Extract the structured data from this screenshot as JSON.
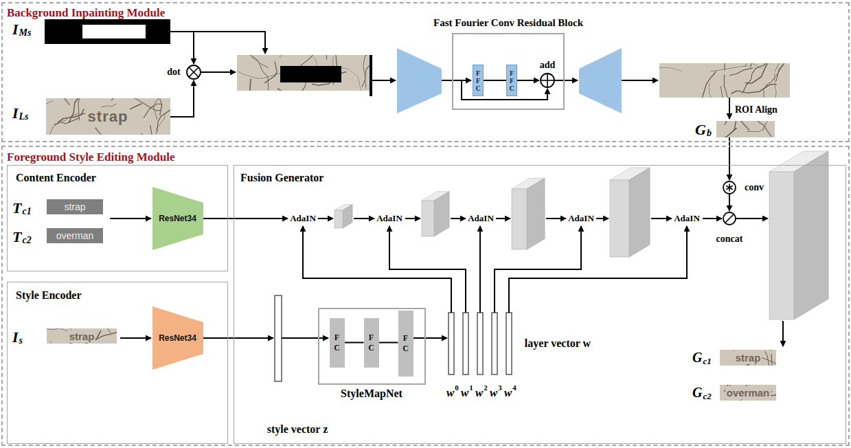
{
  "diagram": {
    "nodes": [
      {
        "text": [
          "Background Inpainting Module"
        ]
      },
      {
        "text": [
          "Fast Fourier Conv Residual Block"
        ],
        "in": 0
      },
      {
        "text": [
          "FFC"
        ],
        "in": 1
      },
      {
        "text": [
          "FFC"
        ],
        "in": 1
      },
      {
        "text": [
          "Foreground Style Editing Module"
        ]
      },
      {
        "text": [
          "Content Encoder"
        ],
        "in": 4
      },
      {
        "text": [
          "ResNet34"
        ],
        "in": 5
      },
      {
        "text": [
          "Style Encoder"
        ],
        "in": 4
      },
      {
        "text": [
          "ResNet34"
        ],
        "in": 7
      },
      {
        "text": [
          "Fusion Generator"
        ],
        "in": 4
      },
      {
        "text": [
          "StyleMapNet"
        ],
        "in": 9
      },
      {
        "text": [
          "FC"
        ],
        "in": 10
      },
      {
        "text": [
          "FC"
        ],
        "in": 10
      },
      {
        "text": [
          "FC"
        ],
        "in": 10
      }
    ],
    "edges": [
      {
        "from": 2,
        "to": 3,
        "arrow": "none"
      },
      {
        "from": 11,
        "to": 12,
        "arrow": "none"
      },
      {
        "from": 12,
        "to": 13,
        "arrow": "none"
      }
    ],
    "labels": [
      "I",
      "Ms",
      "I",
      "Ls",
      "dot",
      "strap",
      "add",
      "ROI Align",
      "G",
      "b",
      "T",
      "c1",
      "strap",
      "T",
      "c2",
      "overman",
      "I",
      "s",
      "strap",
      "AdaIN",
      "AdaIN",
      "AdaIN",
      "AdaIN",
      "AdaIN",
      "conv",
      "concat",
      "style vector z",
      "layer vector w",
      "w",
      "0",
      "w",
      "1",
      "w",
      "2",
      "w",
      "3",
      "w",
      "4",
      "G",
      "c1",
      "strap",
      "G",
      "c2",
      "overman"
    ]
  }
}
